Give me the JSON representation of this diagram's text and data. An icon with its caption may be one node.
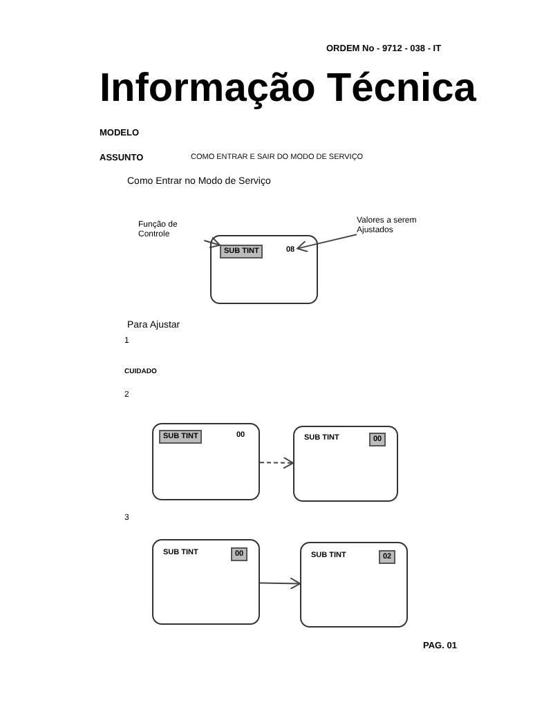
{
  "diagram": {
    "title": "Informação Técnica",
    "nodes": [
      {
        "text": [
          "Função de Controle"
        ]
      },
      {
        "text": [
          "Valores a serem Ajustados"
        ]
      },
      {
        "text": [],
        "shape": "box"
      },
      {
        "text": [
          "SUB TINT"
        ],
        "in": 2
      },
      {
        "text": [
          "08"
        ],
        "in": 2
      },
      {
        "text": [],
        "shape": "box"
      },
      {
        "text": [
          "SUB TINT"
        ],
        "in": 5
      },
      {
        "text": [
          "00"
        ],
        "in": 5
      },
      {
        "text": [],
        "shape": "box"
      },
      {
        "text": [
          "SUB TINT"
        ],
        "in": 8
      },
      {
        "text": [
          "00"
        ],
        "in": 8
      },
      {
        "text": [],
        "shape": "box"
      },
      {
        "text": [
          "SUB TINT"
        ],
        "in": 11
      },
      {
        "text": [
          "00"
        ],
        "in": 11
      },
      {
        "text": [],
        "shape": "box"
      },
      {
        "text": [
          "SUB TINT"
        ],
        "in": 14
      },
      {
        "text": [
          "02"
        ],
        "in": 14
      }
    ],
    "edges": [
      {
        "from": 0,
        "to": 3,
        "arrow": "to"
      },
      {
        "from": 1,
        "to": 4,
        "arrow": "to"
      },
      {
        "from": 5,
        "to": 8,
        "arrow": "to",
        "style": "dashed"
      },
      {
        "from": 11,
        "to": 14,
        "arrow": "to"
      }
    ],
    "labels": [
      "ORDEM No - 9712 - 038 - IT",
      "MODELO",
      "ASSUNTO",
      "COMO ENTRAR E SAIR DO MODO DE SERVIÇO",
      "Como Entrar no Modo de Serviço",
      "Para Ajustar",
      "1",
      "CUIDADO",
      "2",
      "3",
      "PAG. 01"
    ]
  }
}
